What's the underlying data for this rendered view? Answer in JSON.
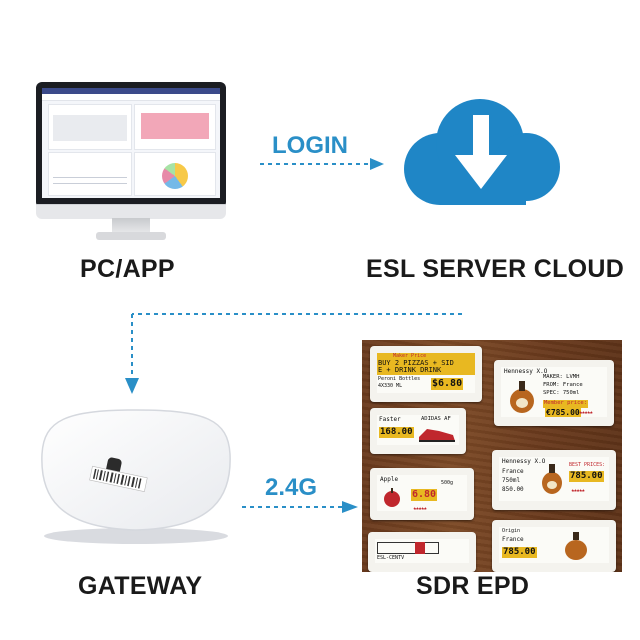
{
  "nodes": {
    "pc_app": {
      "label": "PC/APP"
    },
    "server": {
      "label": "ESL SERVER CLOUD"
    },
    "gateway": {
      "label": "GATEWAY"
    },
    "epd": {
      "label": "SDR EPD"
    }
  },
  "edges": {
    "login": {
      "label": "LOGIN"
    },
    "wireless": {
      "label": "2.4G"
    }
  },
  "colors": {
    "accent": "#2a8fc7",
    "cloud": "#1f86c6",
    "caption": "#1a1a1a"
  },
  "icons": {
    "monitor": "desktop-monitor-icon",
    "cloud": "cloud-download-icon",
    "gateway": "wireless-gateway-icon"
  },
  "shelf_tags": {
    "pizza": {
      "header": "Maker Price",
      "line1": "BUY 2 PIZZAS + SID",
      "line2": "E + DRINK DRINK",
      "product": "Peroni Bottles",
      "size": "4X330 ML",
      "price": "$6.80"
    },
    "hennessy1": {
      "title": "Hennessy X.O",
      "maker": "MAKER: LVMH",
      "from": "FROM:  France",
      "spec": "SPEC:  750ml",
      "member": "Member price:",
      "price": "€785.00"
    },
    "shoes": {
      "name": "Faster",
      "brand": "ADIDAS AF",
      "price": "168.00"
    },
    "hennessy2": {
      "title": "Hennessy X.O",
      "origin": "France",
      "size": "750ml",
      "old_price": "850.00",
      "best": "BEST PRICES:",
      "price": "785.00"
    },
    "apple": {
      "name": "Apple",
      "weight": "500g",
      "price": "6.80"
    },
    "misc": {
      "code": "ESL-CENTV"
    },
    "hennessy3": {
      "origin": "Origin",
      "country": "France",
      "price": "785.00"
    }
  }
}
